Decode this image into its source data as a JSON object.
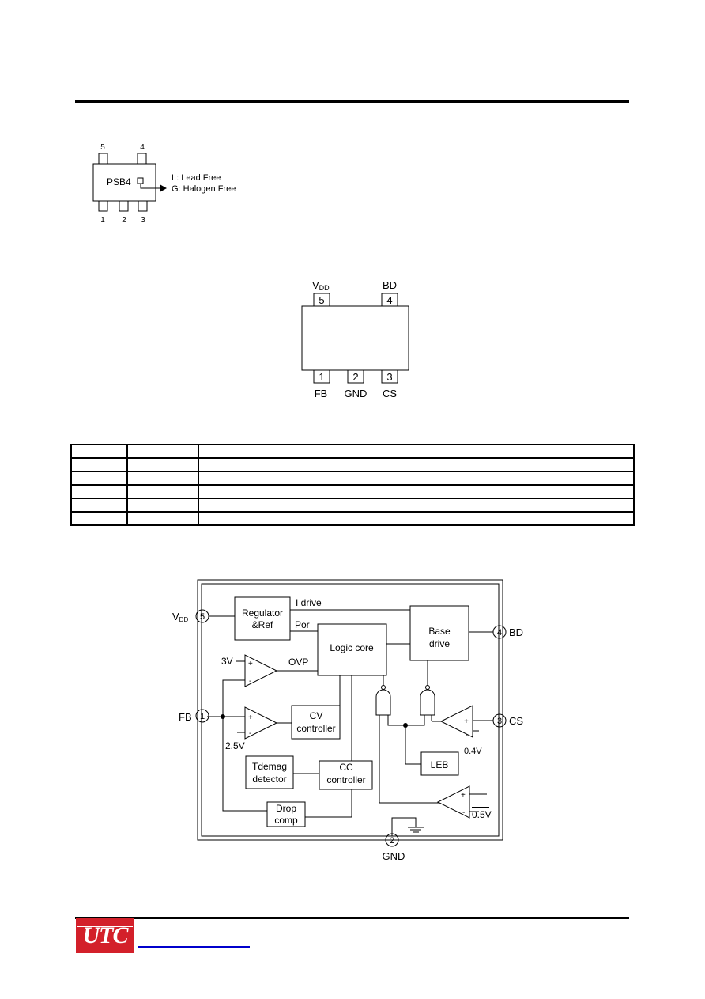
{
  "marking": {
    "code": "PSB4",
    "pins_top": [
      "5",
      "4"
    ],
    "pins_bottom": [
      "1",
      "2",
      "3"
    ],
    "legend": [
      "L: Lead Free",
      "G: Halogen Free"
    ]
  },
  "pinout": {
    "top_labels": {
      "vdd_main": "V",
      "vdd_sub": "DD",
      "bd": "BD"
    },
    "top_numbers": [
      "5",
      "4"
    ],
    "bottom_numbers": [
      "1",
      "2",
      "3"
    ],
    "bottom_labels": [
      "FB",
      "GND",
      "CS"
    ]
  },
  "pin_table": {
    "rows": 6,
    "cols": 3
  },
  "block_diagram": {
    "pins": {
      "vdd": {
        "main": "V",
        "sub": "DD",
        "num": "5"
      },
      "bd": {
        "label": "BD",
        "num": "4"
      },
      "fb": {
        "label": "FB",
        "num": "1"
      },
      "cs": {
        "label": "CS",
        "num": "3"
      },
      "gnd": {
        "label": "GND",
        "num": "2"
      }
    },
    "blocks": {
      "regulator": [
        "Regulator",
        "&Ref"
      ],
      "logic": "Logic core",
      "base_drive": [
        "Base",
        "drive"
      ],
      "cv": [
        "CV",
        "controller"
      ],
      "tdemag": [
        "Tdemag",
        "detector"
      ],
      "cc": [
        "CC",
        "controller"
      ],
      "drop": [
        "Drop",
        "comp"
      ],
      "leb": "LEB"
    },
    "signals": {
      "i_drive": "I  drive",
      "por": "Por",
      "ovp": "OVP",
      "v3": "3V",
      "v25": "2.5V",
      "v04": "0.4V",
      "v05": "0.5V",
      "plus": "+",
      "minus": "-"
    }
  },
  "footer": {
    "logo": "UTC"
  }
}
